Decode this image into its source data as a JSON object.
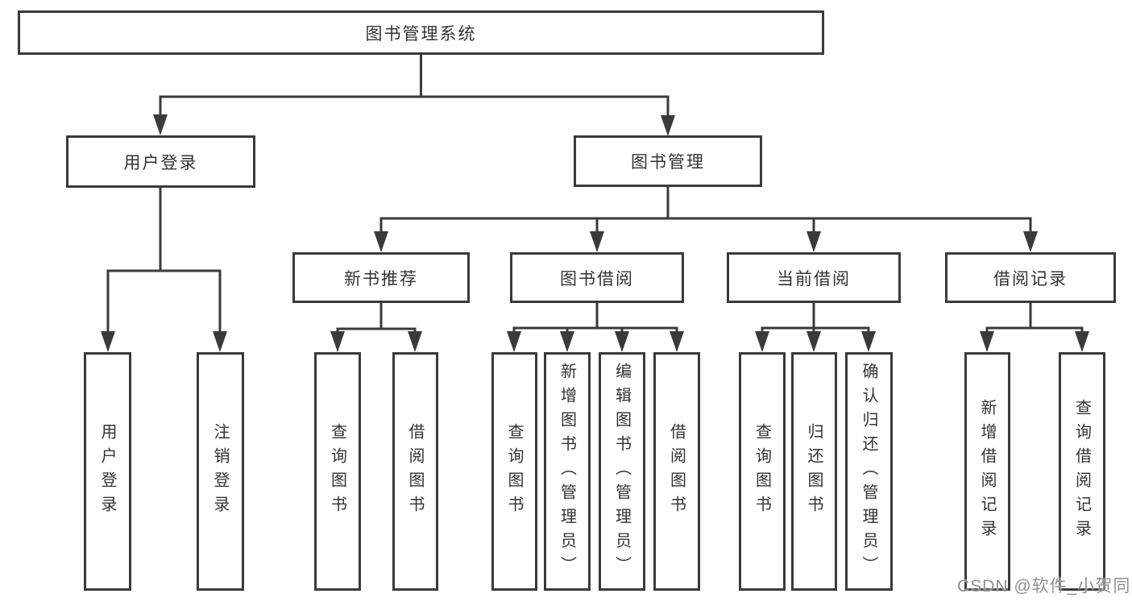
{
  "nodes": {
    "root": "图书管理系统",
    "user_login": "用户登录",
    "book_mgmt": "图书管理",
    "new_book_rec": "新书推荐",
    "book_borrow": "图书借阅",
    "current_borrow": "当前借阅",
    "borrow_record": "借阅记录",
    "leaf_user_login": "用户登录",
    "leaf_logout": "注销登录",
    "leaf_query_book_new": "查询图书",
    "leaf_borrow_book_new": "借阅图书",
    "leaf_query_book_borrow": "查询图书",
    "leaf_add_book_admin": "新增图书（管理员）",
    "leaf_edit_book_admin": "编辑图书（管理员）",
    "leaf_borrow_book_borrow": "借阅图书",
    "leaf_query_book_current": "查询图书",
    "leaf_return_book": "归还图书",
    "leaf_confirm_return_admin": "确认归还（管理员）",
    "leaf_add_borrow_record": "新增借阅记录",
    "leaf_query_borrow_record": "查询借阅记录"
  },
  "hierarchy": {
    "图书管理系统": [
      "用户登录",
      "图书管理"
    ],
    "用户登录": [
      "用户登录",
      "注销登录"
    ],
    "图书管理": [
      "新书推荐",
      "图书借阅",
      "当前借阅",
      "借阅记录"
    ],
    "新书推荐": [
      "查询图书",
      "借阅图书"
    ],
    "图书借阅": [
      "查询图书",
      "新增图书（管理员）",
      "编辑图书（管理员）",
      "借阅图书"
    ],
    "当前借阅": [
      "查询图书",
      "归还图书",
      "确认归还（管理员）"
    ],
    "借阅记录": [
      "新增借阅记录",
      "查询借阅记录"
    ]
  },
  "watermark": "CSDN @软件_小贺同学",
  "colors": {
    "line": "#3a3a3a",
    "text": "#333333",
    "box_background": "#ffffff",
    "page_background": "#ffffff",
    "watermark": "#8f8f8f"
  }
}
